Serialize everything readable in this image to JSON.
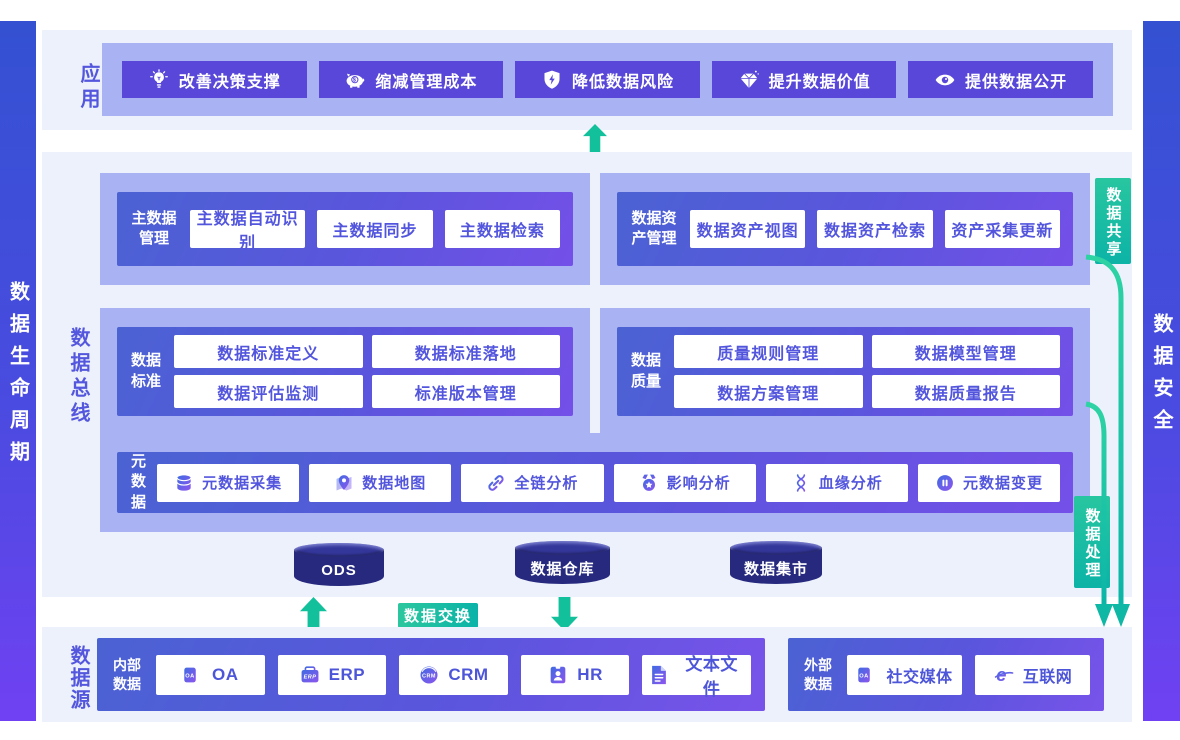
{
  "sides": {
    "left": "数据生命周期",
    "right": "数据安全"
  },
  "app": {
    "label": "应用",
    "items": [
      {
        "icon": "lightbulb-icon",
        "label": "改善决策支撑"
      },
      {
        "icon": "piggy-bank-icon",
        "label": "缩减管理成本"
      },
      {
        "icon": "shield-bolt-icon",
        "label": "降低数据风险"
      },
      {
        "icon": "gem-icon",
        "label": "提升数据价值"
      },
      {
        "icon": "eye-icon",
        "label": "提供数据公开"
      }
    ]
  },
  "bus": {
    "label": "数据总线",
    "master": {
      "title": "主数据管理",
      "items": [
        "主数据自动识别",
        "主数据同步",
        "主数据检索"
      ]
    },
    "asset": {
      "title": "数据资产管理",
      "items": [
        "数据资产视图",
        "数据资产检索",
        "资产采集更新"
      ]
    },
    "standard": {
      "title": "数据标准",
      "items": [
        "数据标准定义",
        "数据标准落地",
        "数据评估监测",
        "标准版本管理"
      ]
    },
    "quality": {
      "title": "数据质量",
      "items": [
        "质量规则管理",
        "数据模型管理",
        "数据方案管理",
        "数据质量报告"
      ]
    },
    "meta": {
      "title": "元数据",
      "items": [
        {
          "icon": "database-icon",
          "label": "元数据采集"
        },
        {
          "icon": "map-pin-icon",
          "label": "数据地图"
        },
        {
          "icon": "link-icon",
          "label": "全链分析"
        },
        {
          "icon": "badge-icon",
          "label": "影响分析"
        },
        {
          "icon": "dna-icon",
          "label": "血缘分析"
        },
        {
          "icon": "change-icon",
          "label": "元数据变更"
        }
      ]
    },
    "stores": [
      "ODS",
      "数据仓库",
      "数据集市"
    ]
  },
  "flows": {
    "share": "数据共享",
    "process": "数据处理",
    "exchange": "数据交换"
  },
  "source": {
    "label": "数据源",
    "internal": {
      "title": "内部数据",
      "items": [
        {
          "icon": "oa-icon",
          "label": "OA"
        },
        {
          "icon": "erp-icon",
          "label": "ERP"
        },
        {
          "icon": "crm-icon",
          "label": "CRM"
        },
        {
          "icon": "hr-icon",
          "label": "HR"
        },
        {
          "icon": "text-file-icon",
          "label": "文本文件"
        }
      ]
    },
    "external": {
      "title": "外部数据",
      "items": [
        {
          "icon": "social-media-icon",
          "label": "社交媒体"
        },
        {
          "icon": "internet-icon",
          "label": "互联网"
        }
      ]
    }
  },
  "colors": {
    "accent_teal": "#12c19c",
    "button_purple": "#5847d8",
    "light_container": "#a9b2f3",
    "band_bg": "#edf1fb",
    "cylinder_navy": "#26297e"
  }
}
